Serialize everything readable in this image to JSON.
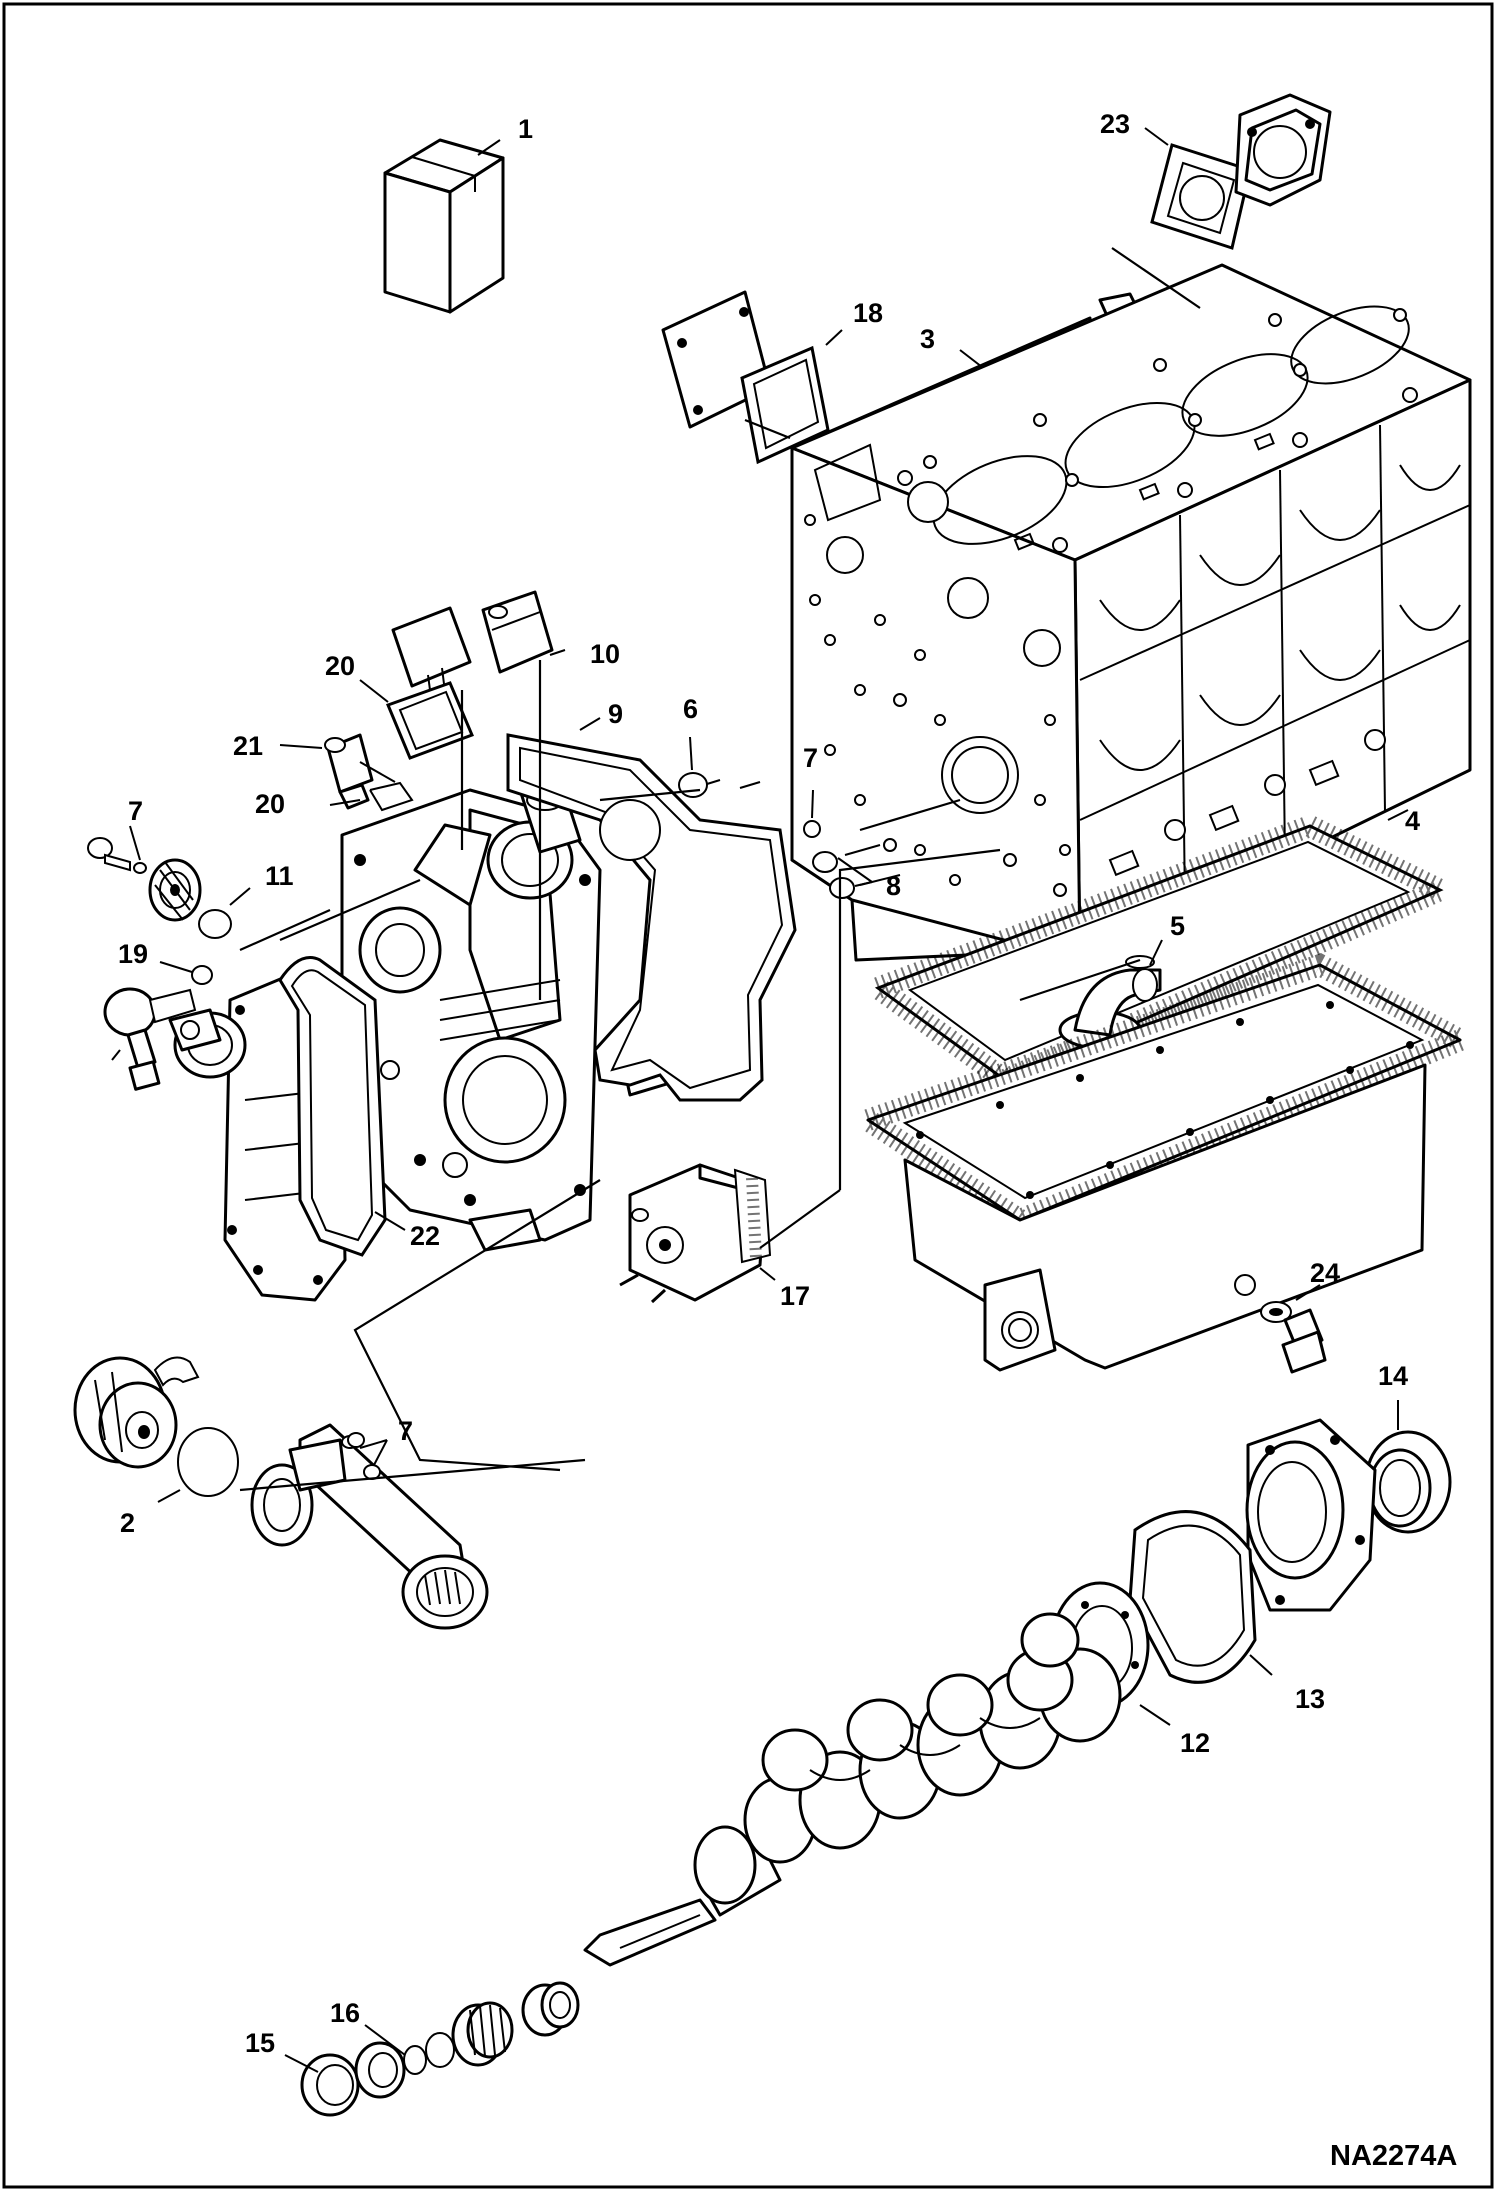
{
  "diagram": {
    "figure_code": "NA2274A",
    "callouts": {
      "c1": "1",
      "c2": "2",
      "c3": "3",
      "c4": "4",
      "c5": "5",
      "c6": "6",
      "c7a": "7",
      "c7b": "7",
      "c7c": "7",
      "c8": "8",
      "c9": "9",
      "c10": "10",
      "c11": "11",
      "c12": "12",
      "c13": "13",
      "c14": "14",
      "c15": "15",
      "c16": "16",
      "c17": "17",
      "c18": "18",
      "c19": "19",
      "c20a": "20",
      "c20b": "20",
      "c21": "21",
      "c22": "22",
      "c23": "23",
      "c24": "24"
    }
  }
}
